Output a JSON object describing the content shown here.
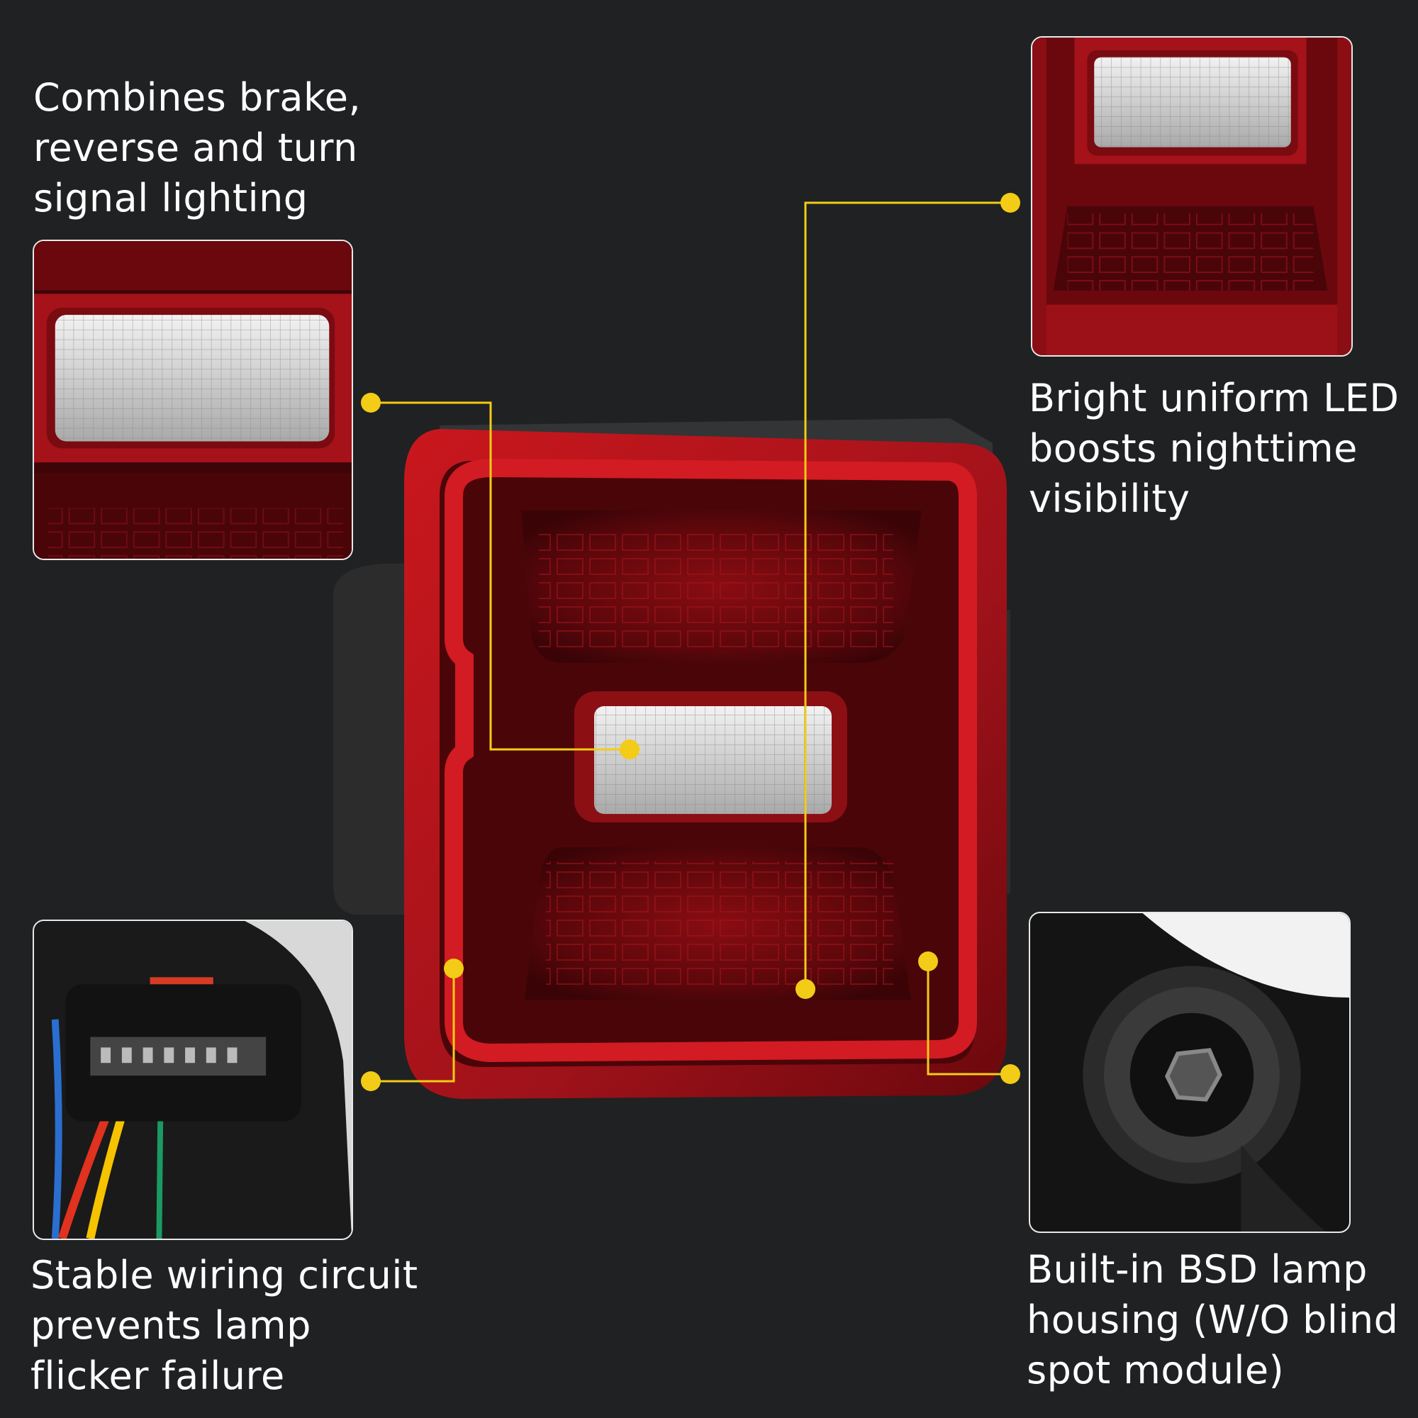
{
  "features": {
    "combines": {
      "lines": [
        "Combines brake,",
        "reverse and turn",
        "signal lighting"
      ]
    },
    "bright": {
      "lines": [
        "Bright uniform LED",
        "boosts nighttime",
        "visibility"
      ]
    },
    "wiring": {
      "lines": [
        "Stable wiring circuit",
        "prevents lamp",
        "flicker failure"
      ]
    },
    "bsd": {
      "lines": [
        "Built-in BSD lamp",
        "housing (W/O blind",
        "spot module)"
      ]
    }
  },
  "colors": {
    "background": "#202122",
    "callout": "#f2cc16",
    "lamp_red": "#b3141a",
    "text": "#ffffff"
  },
  "icons": {
    "hero": "tail-light-photo",
    "reverse_detail": "reverse-lens-closeup",
    "led_detail": "led-closeup",
    "connector_detail": "wiring-connector-closeup",
    "bsd_detail": "bsd-housing-closeup"
  }
}
